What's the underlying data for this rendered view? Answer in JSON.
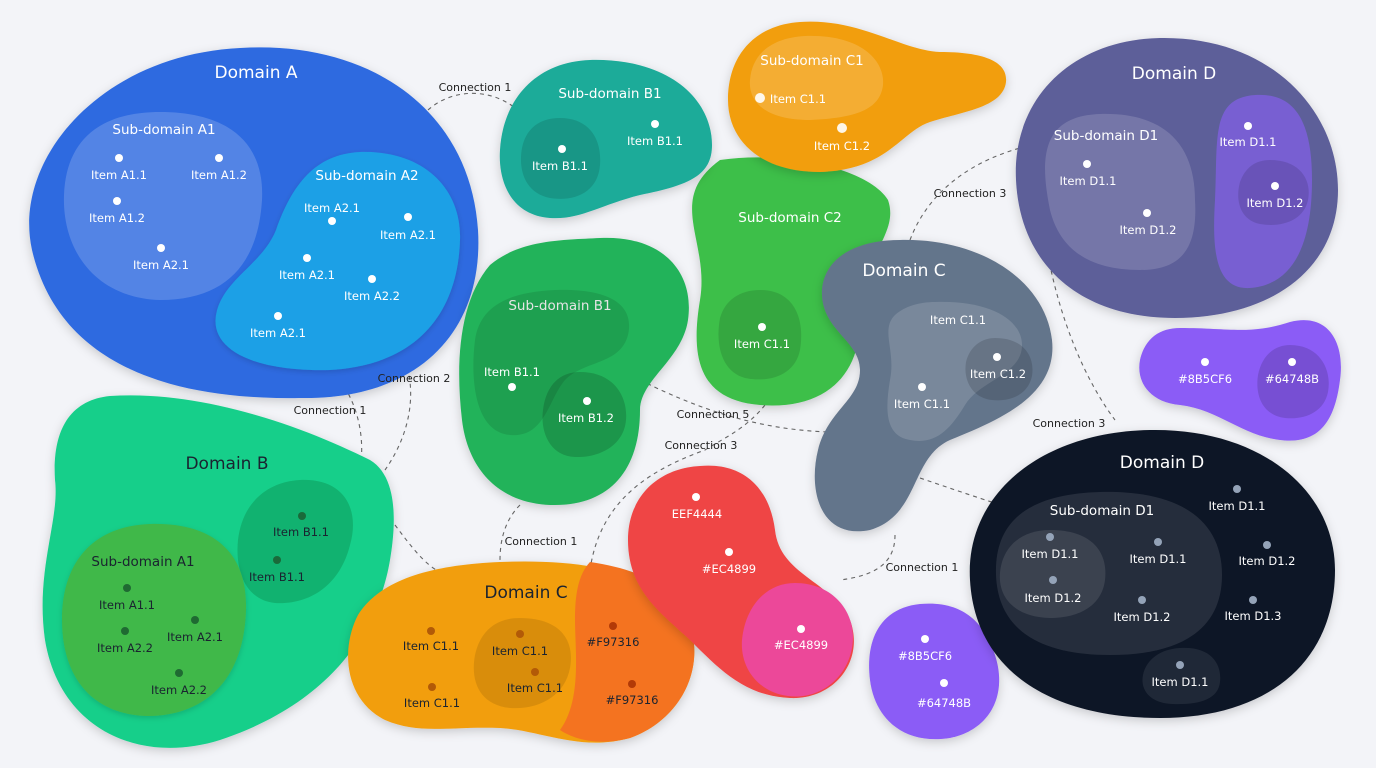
{
  "colors": {
    "background": "#f3f4f8",
    "blue": "#2f6be0",
    "light_blue": "#1ba0e6",
    "teal": "#1aab99",
    "green": "#22b35a",
    "mint": "#17cf8a",
    "orange": "#f29e10",
    "deep_orange": "#f47320",
    "gray": "#64748b",
    "purple": "#5d5e99",
    "violet": "#8b5cf6",
    "red": "#ef4444",
    "pink": "#ec4899",
    "navy": "#111827"
  },
  "connections": [
    {
      "label": "Connection 1"
    },
    {
      "label": "Connection 2"
    },
    {
      "label": "Connection 1"
    },
    {
      "label": "Connection 5"
    },
    {
      "label": "Connection 3"
    },
    {
      "label": "Connection 1"
    },
    {
      "label": "Connection 3"
    },
    {
      "label": "Connection 3"
    },
    {
      "label": "Connection 1"
    }
  ],
  "blobs": {
    "domain_a": {
      "title": "Domain A"
    },
    "sub_a1": {
      "title": "Sub-domain A1",
      "items": [
        "Item A1.1",
        "Item A1.2",
        "Item A1.2",
        "Item A2.1"
      ]
    },
    "sub_a2": {
      "title": "Sub-domain A2",
      "items": [
        "Item A2.1",
        "Item A2.1",
        "Item A2.1",
        "Item A2.2",
        "Item A2.1"
      ]
    },
    "b1_top": {
      "title": "Sub-domain B1",
      "items": [
        "Item B1.1",
        "Item B1.1"
      ]
    },
    "c1_top": {
      "title": "Sub-domain C1",
      "items": [
        "Item C1.1",
        "Item C1.2"
      ]
    },
    "sub_c2": {
      "title": "Sub-domain C2",
      "items": [
        "Item C1.1"
      ]
    },
    "sub_b1_green": {
      "title": "Sub-domain B1",
      "items": [
        "Item B1.1",
        "Item B1.2"
      ]
    },
    "domain_c_gray": {
      "title": "Domain C",
      "items": [
        "Item C1.1",
        "Item C1.2",
        "Item C1.1"
      ]
    },
    "domain_d_top": {
      "title": "Domain D",
      "sub_title": "Sub-domain D1",
      "items": [
        "Item D1.1",
        "Item D1.2",
        "Item D1.1",
        "Item D1.2"
      ]
    },
    "violet_small": {
      "items": [
        "#8B5CF6",
        "#64748B"
      ]
    },
    "domain_b": {
      "title": "Domain B",
      "items": [
        "Item B1.1",
        "Item B1.1"
      ]
    },
    "sub_a1_green": {
      "title": "Sub-domain A1",
      "items": [
        "Item A1.1",
        "Item A2.1",
        "Item A2.2",
        "Item A2.2"
      ]
    },
    "domain_c_orange": {
      "title": "Domain C",
      "items": [
        "Item C1.1",
        "Item C1.1",
        "Item C1.1",
        "Item C1.1",
        "#F97316",
        "#F97316"
      ]
    },
    "red_blob": {
      "items": [
        "EEF4444",
        "#EC4899",
        "#EC4899"
      ]
    },
    "violet_bottom": {
      "items": [
        "#8B5CF6",
        "#64748B"
      ]
    },
    "domain_d_navy": {
      "title": "Domain D",
      "sub_title": "Sub-domain D1",
      "items": [
        "Item D1.1",
        "Item D1.2",
        "Item D1.1",
        "Item D1.2",
        "Item D1.1",
        "Item D1.2",
        "Item D1.3",
        "Item D1.1"
      ]
    }
  }
}
